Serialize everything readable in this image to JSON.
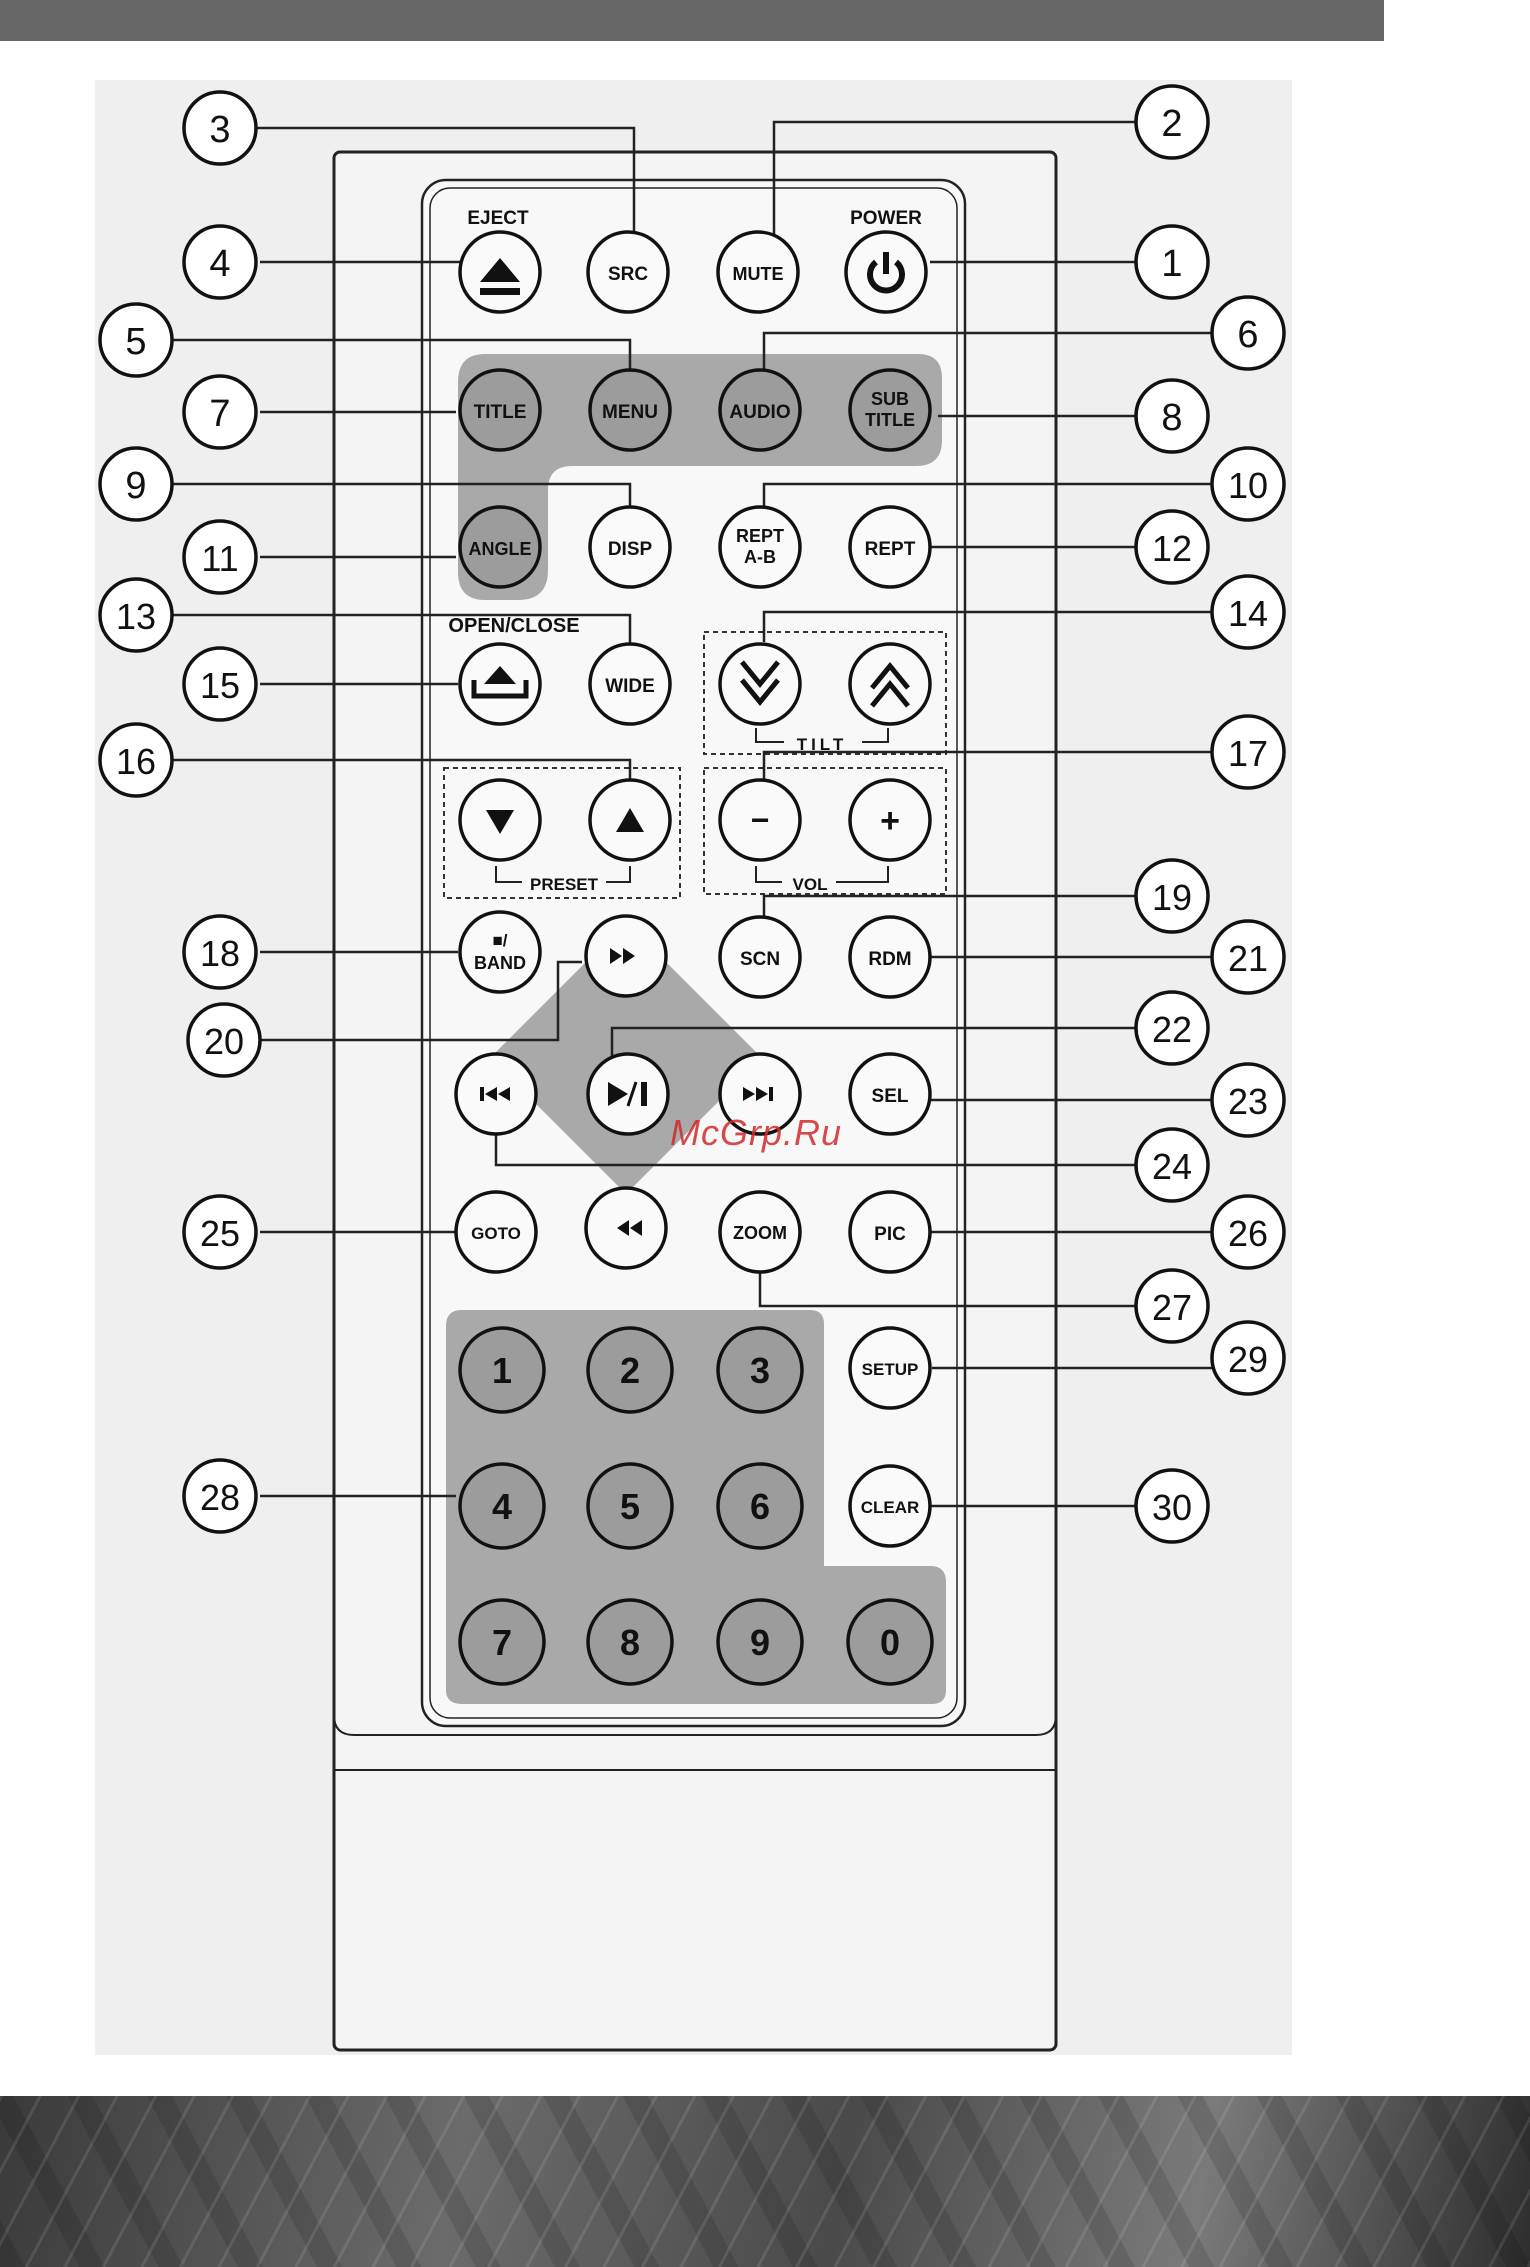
{
  "labels": {
    "eject": "EJECT",
    "power": "POWER",
    "open_close": "OPEN/CLOSE",
    "tilt": "TILT",
    "preset": "PRESET",
    "vol": "VOL"
  },
  "buttons": {
    "src": "SRC",
    "mute": "MUTE",
    "title": "TITLE",
    "menu": "MENU",
    "audio": "AUDIO",
    "subtitle_1": "SUB",
    "subtitle_2": "TITLE",
    "angle": "ANGLE",
    "disp": "DISP",
    "rept_ab_1": "REPT",
    "rept_ab_2": "A-B",
    "rept": "REPT",
    "wide": "WIDE",
    "minus": "−",
    "plus": "+",
    "stop_band_1": "■/",
    "stop_band_2": "BAND",
    "scn": "SCN",
    "rdm": "RDM",
    "sel": "SEL",
    "goto": "GOTO",
    "zoom": "ZOOM",
    "pic": "PIC",
    "setup": "SETUP",
    "clear": "CLEAR",
    "digits": [
      "1",
      "2",
      "3",
      "4",
      "5",
      "6",
      "7",
      "8",
      "9",
      "0"
    ]
  },
  "callouts": [
    "1",
    "2",
    "3",
    "4",
    "5",
    "6",
    "7",
    "8",
    "9",
    "10",
    "11",
    "12",
    "13",
    "14",
    "15",
    "16",
    "17",
    "18",
    "19",
    "20",
    "21",
    "22",
    "23",
    "24",
    "25",
    "26",
    "27",
    "28",
    "29",
    "30"
  ],
  "watermark": "McGrp.Ru"
}
